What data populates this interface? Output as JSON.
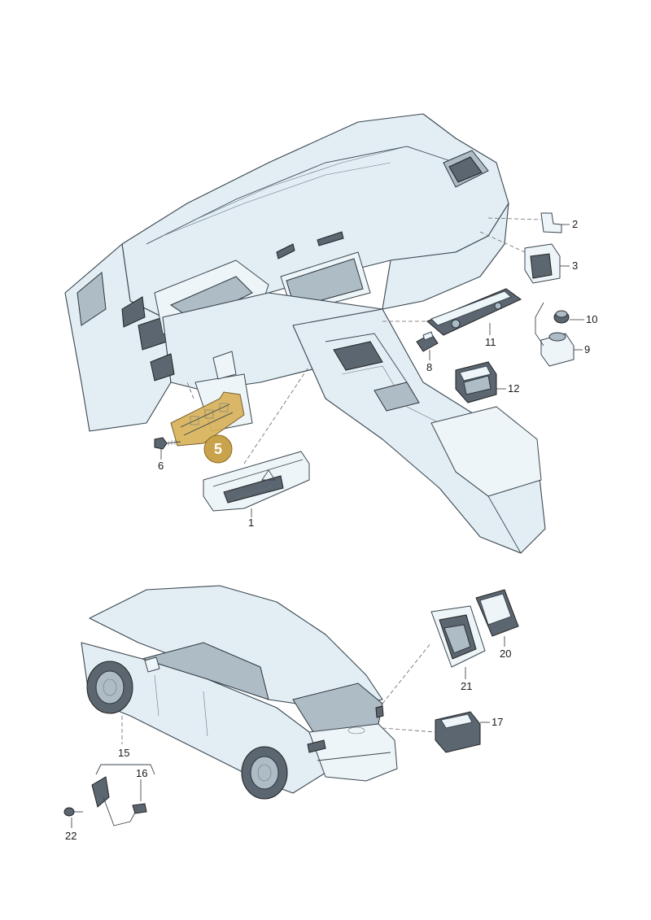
{
  "highlighted_part": "5",
  "part_numbers": [
    "1",
    "2",
    "3",
    "6",
    "8",
    "9",
    "10",
    "11",
    "12",
    "15",
    "16",
    "17",
    "20",
    "21",
    "22"
  ],
  "colors": {
    "highlight": "#d9b25a",
    "badge": "#c9a24c",
    "part_fill": "#e3eef4",
    "outline": "#3a4650"
  }
}
